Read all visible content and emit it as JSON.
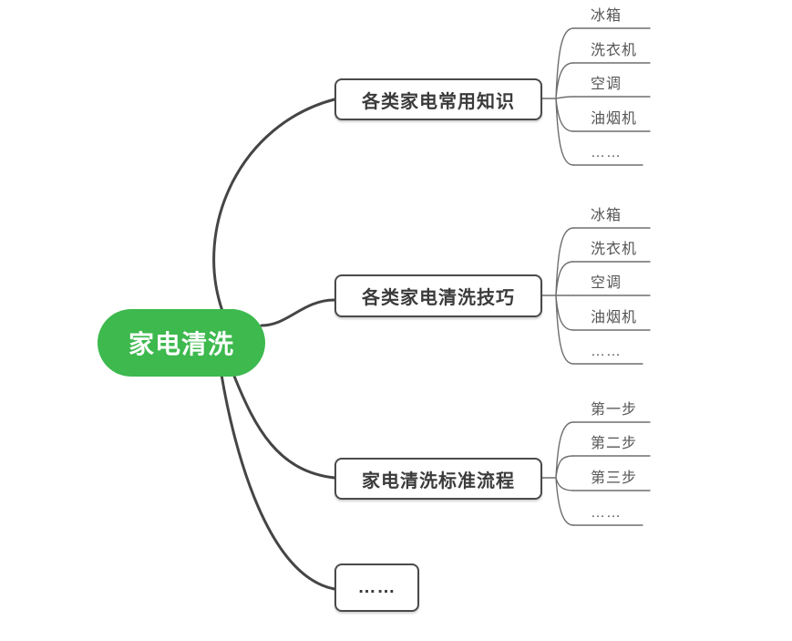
{
  "root": {
    "label": "家电清洗"
  },
  "branches": [
    {
      "label": "各类家电常用知识",
      "children": [
        "冰箱",
        "洗衣机",
        "空调",
        "油烟机",
        "……"
      ]
    },
    {
      "label": "各类家电清洗技巧",
      "children": [
        "冰箱",
        "洗衣机",
        "空调",
        "油烟机",
        "……"
      ]
    },
    {
      "label": "家电清洗标准流程",
      "children": [
        "第一步",
        "第二步",
        "第三步",
        "……"
      ]
    },
    {
      "label": "……",
      "children": []
    }
  ],
  "colors": {
    "root_bg": "#3db94e",
    "root_text": "#ffffff",
    "node_border": "#4a4a4a",
    "node_text": "#3b3b3b",
    "main_line": "#454545",
    "thin_line": "#6e6e6e",
    "leaf_text": "#555555",
    "background": "#ffffff"
  }
}
